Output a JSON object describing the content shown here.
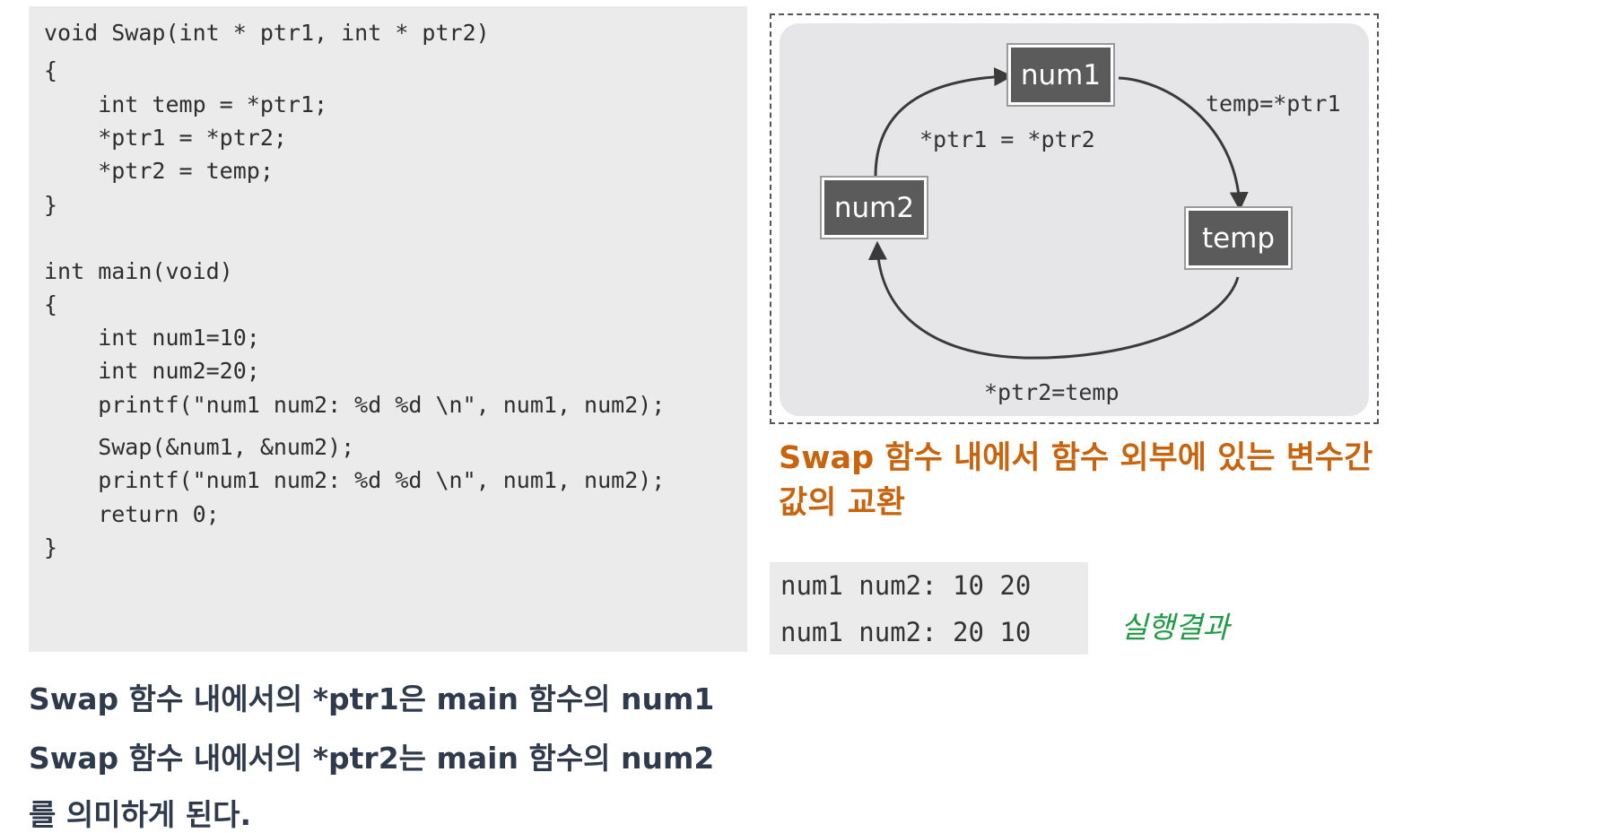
{
  "code": {
    "lines": [
      "void Swap(int * ptr1, int * ptr2)",
      "{",
      "    int temp = *ptr1;",
      "    *ptr1 = *ptr2;",
      "    *ptr2 = temp;",
      "}",
      "int main(void)",
      "{",
      "    int num1=10;",
      "    int num2=20;",
      "    printf(\"num1 num2: %d %d \\n\", num1, num2);",
      "    Swap(&num1, &num2);",
      "    printf(\"num1 num2: %d %d \\n\", num1, num2);",
      "    return 0;",
      "}"
    ]
  },
  "explanation": {
    "lines": [
      "Swap 함수 내에서의 *ptr1은 main 함수의 num1",
      "Swap 함수 내에서의 *ptr2는 main 함수의 num2",
      "를 의미하게 된다."
    ]
  },
  "diagram": {
    "nodes": {
      "num1": "num1",
      "num2": "num2",
      "temp": "temp"
    },
    "labels": {
      "temp_assign": "temp=*ptr1",
      "ptr1_assign": "*ptr1 = *ptr2",
      "ptr2_assign": "*ptr2=temp"
    },
    "arrow_color": "#3a3a3a"
  },
  "caption": {
    "lines": [
      "Swap 함수 내에서 함수 외부에 있는 변수간",
      "값의 교환"
    ],
    "color": "#c8640d"
  },
  "output": {
    "lines": [
      "num1 num2: 10 20",
      "num1 num2: 20 10"
    ],
    "note": "실행결과",
    "note_color": "#1f9a45"
  }
}
